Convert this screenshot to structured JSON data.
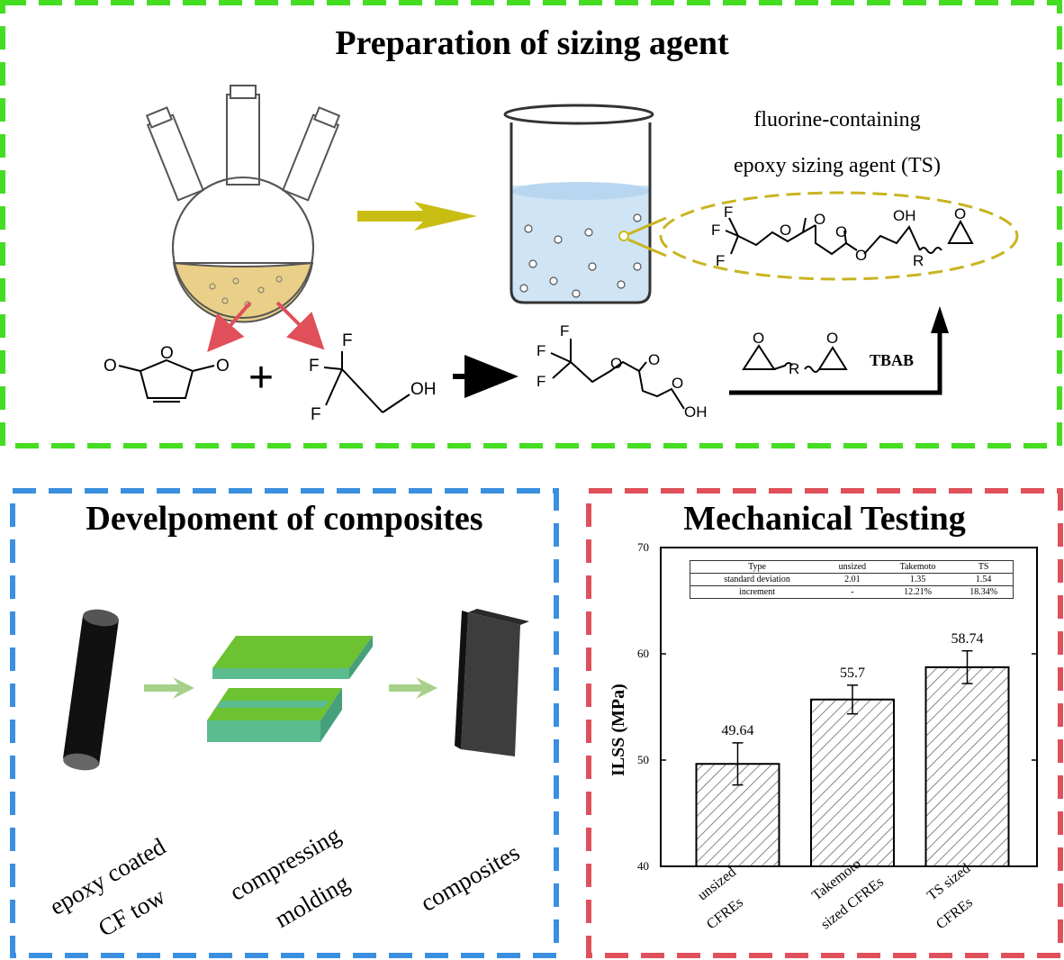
{
  "panels": {
    "top": {
      "title": "Preparation of sizing agent",
      "border_color": "#44dd22"
    },
    "bottom_left": {
      "title": "Develpoment of composites",
      "border_color": "#3a8fe0"
    },
    "bottom_right": {
      "title": "Mechanical Testing",
      "border_color": "#e0505a"
    }
  },
  "prep": {
    "ts_label_line1": "fluorine-containing",
    "ts_label_line2": "epoxy sizing agent (TS)",
    "catalyst": "TBAB",
    "plus": "+",
    "atoms": {
      "F": "F",
      "O": "O",
      "OH": "OH",
      "R": "R"
    }
  },
  "composites": {
    "step1_line1": "epoxy coated",
    "step1_line2": "CF tow",
    "step2_line1": "compressing",
    "step2_line2": "molding",
    "step3": "composites"
  },
  "chart_data": {
    "type": "bar",
    "ylabel": "ILSS (MPa)",
    "xlabel": "",
    "ylim": [
      40,
      70
    ],
    "yticks": [
      "40",
      "50",
      "60",
      "70"
    ],
    "categories": [
      [
        "unsized",
        "CFREs"
      ],
      [
        "Takemoto",
        "sized CFREs"
      ],
      [
        "TS sized",
        "CFREs"
      ]
    ],
    "values": [
      49.64,
      55.7,
      58.74
    ],
    "value_labels": [
      "49.64",
      "55.7",
      "58.74"
    ],
    "errors": [
      1.98,
      1.35,
      1.54
    ],
    "bar_fill": "hatched",
    "table": {
      "header": [
        "Type",
        "unsized",
        "Takemoto",
        "TS"
      ],
      "rows": [
        [
          "standard deviation",
          "2.01",
          "1.35",
          "1.54"
        ],
        [
          "increment",
          "-",
          "12.21%",
          "18.34%"
        ]
      ]
    }
  }
}
